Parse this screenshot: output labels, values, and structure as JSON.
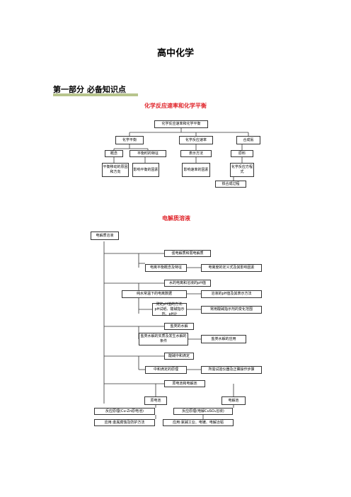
{
  "doc": {
    "title": "高中化学",
    "part_heading": "第一部分  必备知识点"
  },
  "section1": {
    "heading": "化学反应速率和化学平衡",
    "root": "化学反应速率和化学平衡",
    "l1": [
      "化学平衡",
      "化学反应速率",
      "合成氨"
    ],
    "l2": [
      "概念",
      "平衡时的特征",
      "表示方法",
      "原料"
    ],
    "l3": [
      "平衡移动的原因和方向",
      "影响平衡的因素",
      "影响速率的因素",
      "化学反应方程式"
    ],
    "l4": "铁合成过程"
  },
  "section2": {
    "heading": "电解质溶液",
    "root": "电解质溶液",
    "items": [
      "强电解质和弱电解质",
      "电离平衡概念及特征",
      "电离度的定义式及其影响因素",
      "水的电离和溶液的pH值",
      "纯水常温下的电离数据",
      "溶液的pH值及其表示方法",
      "测定pH值的方法:\npH试纸、酸碱指示剂、pH计",
      "常用酸碱指示剂的变化范围",
      "盐类的水解",
      "盐类水解的实质及发生水解的条件",
      "盐类水解的应用",
      "酸碱中和滴定",
      "中和滴定的原理",
      "所需试验仪器及正确操作步骤",
      "原电池和电解池",
      "原电池",
      "电解池",
      "反应原理(Cu-Zn原电池)",
      "反应原理(电解CuSO₄溶液)",
      "应用:金属腐蚀及防护方法",
      "应用:氯碱工业、电镀、电解冶铝"
    ]
  }
}
